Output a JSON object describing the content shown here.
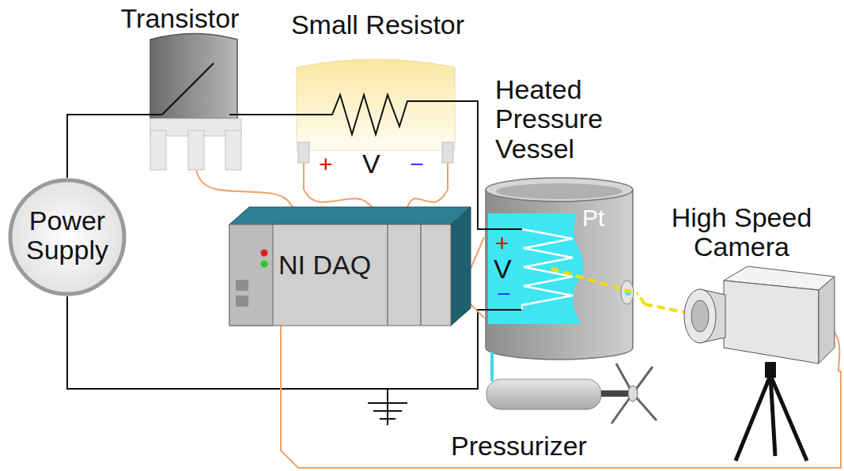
{
  "diagram": {
    "nodes": [
      {
        "text": [
          "Transistor"
        ]
      },
      {
        "text": [
          "Small Resistor",
          "+",
          "V",
          "−"
        ]
      },
      {
        "text": [
          "Power Supply"
        ]
      },
      {
        "text": [
          "NI DAQ"
        ]
      },
      {
        "text": [
          "Heated Pressure Vessel",
          "+",
          "V",
          "−",
          "Pt"
        ]
      },
      {
        "text": [
          "High Speed Camera"
        ]
      },
      {
        "text": [
          "Pressurizer"
        ]
      }
    ],
    "edges": [
      {
        "from": 2,
        "to": 0,
        "arrow": "none"
      },
      {
        "from": 0,
        "to": 1,
        "arrow": "none"
      },
      {
        "from": 1,
        "to": 4,
        "arrow": "none"
      },
      {
        "from": 4,
        "to": 2,
        "arrow": "none"
      },
      {
        "from": 0,
        "to": 3,
        "arrow": "none"
      },
      {
        "from": 1,
        "to": 3,
        "arrow": "none"
      },
      {
        "from": 1,
        "to": 3,
        "arrow": "none"
      },
      {
        "from": 4,
        "to": 3,
        "arrow": "none"
      },
      {
        "from": 4,
        "to": 3,
        "arrow": "none"
      },
      {
        "from": 3,
        "to": 5,
        "arrow": "none"
      },
      {
        "from": 6,
        "to": 4,
        "arrow": "none"
      },
      {
        "from": 5,
        "to": 4,
        "arrow": "none"
      }
    ]
  }
}
